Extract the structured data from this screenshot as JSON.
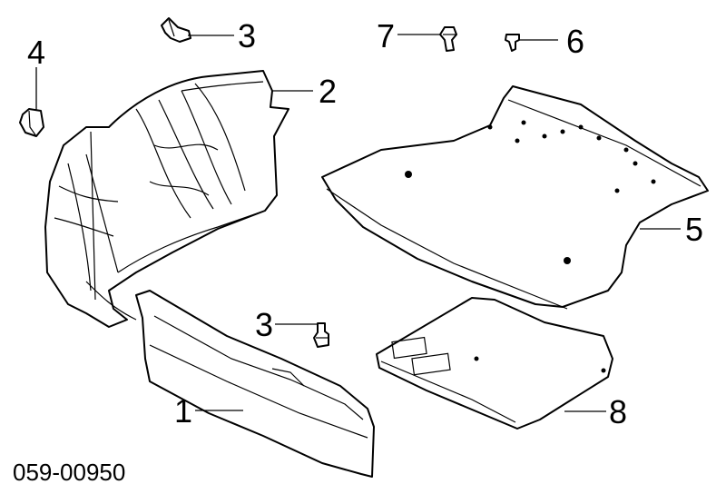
{
  "diagram": {
    "drawing_code": "059-00950",
    "callouts": {
      "part_1": "1",
      "part_2": "2",
      "part_3_top": "3",
      "part_3_mid": "3",
      "part_4": "4",
      "part_5": "5",
      "part_6": "6",
      "part_7": "7",
      "part_8": "8"
    }
  }
}
